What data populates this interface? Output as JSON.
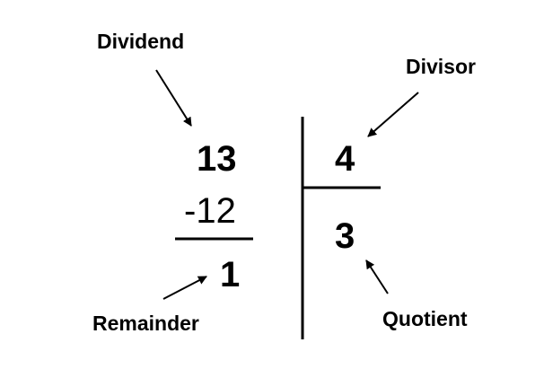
{
  "labels": {
    "dividend": "Dividend",
    "divisor": "Divisor",
    "remainder": "Remainder",
    "quotient": "Quotient"
  },
  "numbers": {
    "dividend": "13",
    "subtracted": "-12",
    "remainder": "1",
    "divisor": "4",
    "quotient": "3"
  },
  "colors": {
    "ink": "#000000",
    "background": "#ffffff"
  }
}
